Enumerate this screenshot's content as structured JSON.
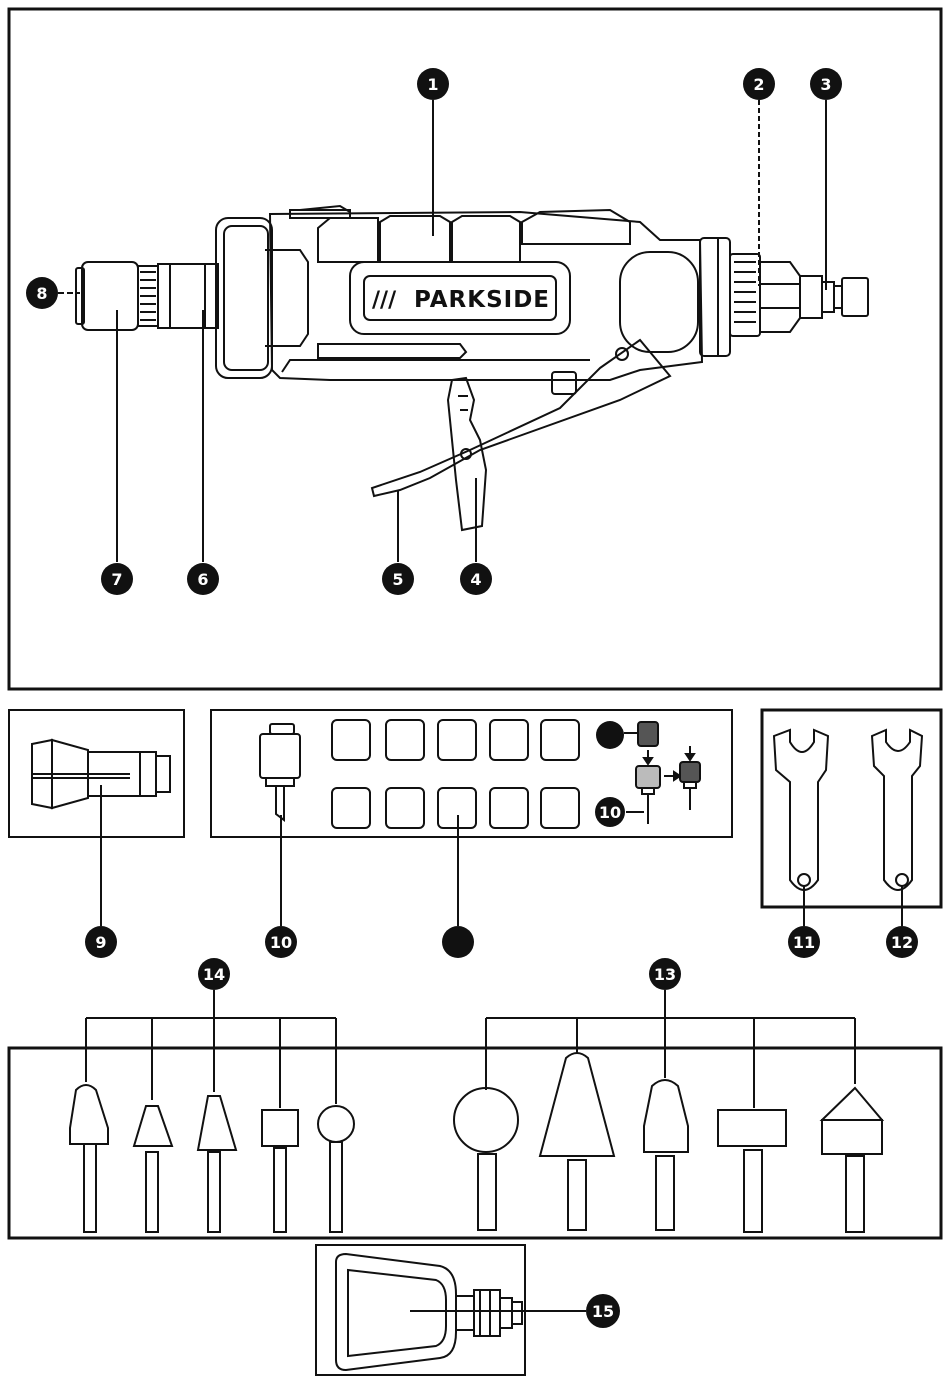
{
  "brand": {
    "name": "PARKSIDE",
    "slashes": "///"
  },
  "callouts": {
    "n1": "1",
    "n2": "2",
    "n3": "3",
    "n4": "4",
    "n5": "5",
    "n6": "6",
    "n7": "7",
    "n8": "8",
    "n9": "9",
    "n10": "10",
    "n10b": "10",
    "n11": "11",
    "n12": "12",
    "n13": "13",
    "n14": "14",
    "n15": "15"
  },
  "icons": {
    "callout_marker": "black-filled-circle",
    "unnumbered_marker": "black-filled-circle-blank",
    "arrow": "arrow-icon"
  },
  "colors": {
    "ink": "#111111",
    "paper": "#ffffff",
    "sleeve_dark": "#555555",
    "sleeve_light": "#bbbbbb"
  }
}
